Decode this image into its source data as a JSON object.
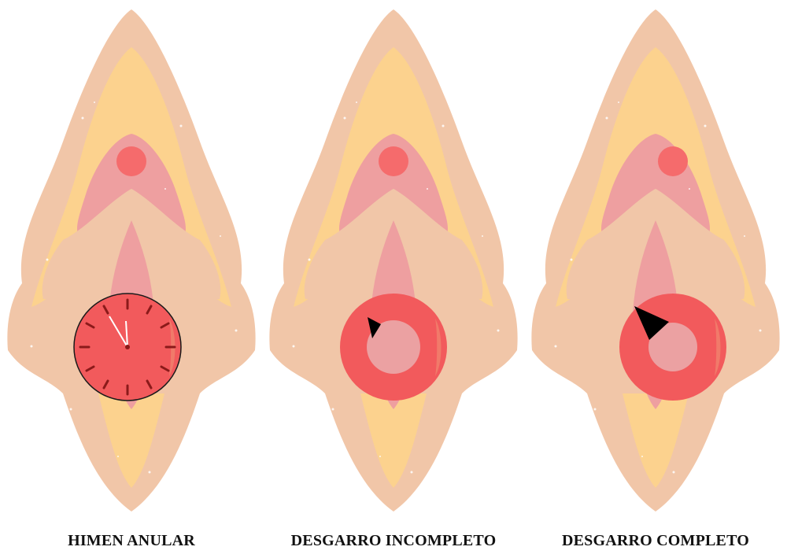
{
  "panels": [
    {
      "id": "annular",
      "caption": "HIMEN ANULAR"
    },
    {
      "id": "incomplete",
      "caption": "DESGARRO INCOMPLETO"
    },
    {
      "id": "complete",
      "caption": "DESGARRO COMPLETO"
    }
  ],
  "colors": {
    "skin": "#F1C6A8",
    "labia_inner": "#FCD28E",
    "vestibule": "#EE9FA0",
    "urethra": "#F56B6C",
    "hymen": "#F25A5C",
    "hymen_edge": "#F17A6A",
    "opening": "#EBA1A2",
    "clock_rim": "#1A1A1A",
    "tick": "#8B1A1A",
    "speckle": "#FFFFFF",
    "arrow": "#000000"
  },
  "icons": {
    "clock": "clock-face-icon",
    "arrow": "arrowhead-icon"
  }
}
